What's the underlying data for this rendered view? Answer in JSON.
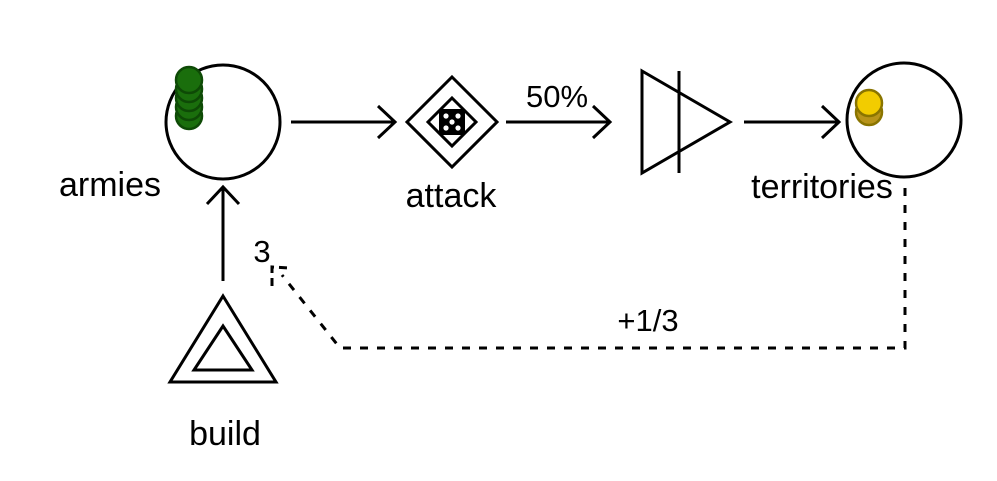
{
  "nodes": {
    "armies": {
      "label": "armies",
      "type": "pool",
      "tokens": 5,
      "token_color": "#1a6e0c",
      "token_stroke": "#0e4a06"
    },
    "attack": {
      "label": "attack",
      "type": "random-gate",
      "icon": "dice-icon"
    },
    "territories": {
      "label": "territories",
      "type": "pool",
      "tokens": 2,
      "token_color": "#f2cc00",
      "token_stroke": "#8a7500",
      "token_shadow": "#b8941a"
    },
    "converter": {
      "label": "",
      "type": "converter"
    },
    "build": {
      "label": "build",
      "type": "source"
    }
  },
  "edges": {
    "armies_to_attack": {
      "label": ""
    },
    "attack_to_converter": {
      "label": "50%"
    },
    "converter_to_territories": {
      "label": ""
    },
    "build_to_armies": {
      "label": "3"
    },
    "territories_to_build": {
      "label": "+1/3",
      "style": "dashed"
    }
  }
}
